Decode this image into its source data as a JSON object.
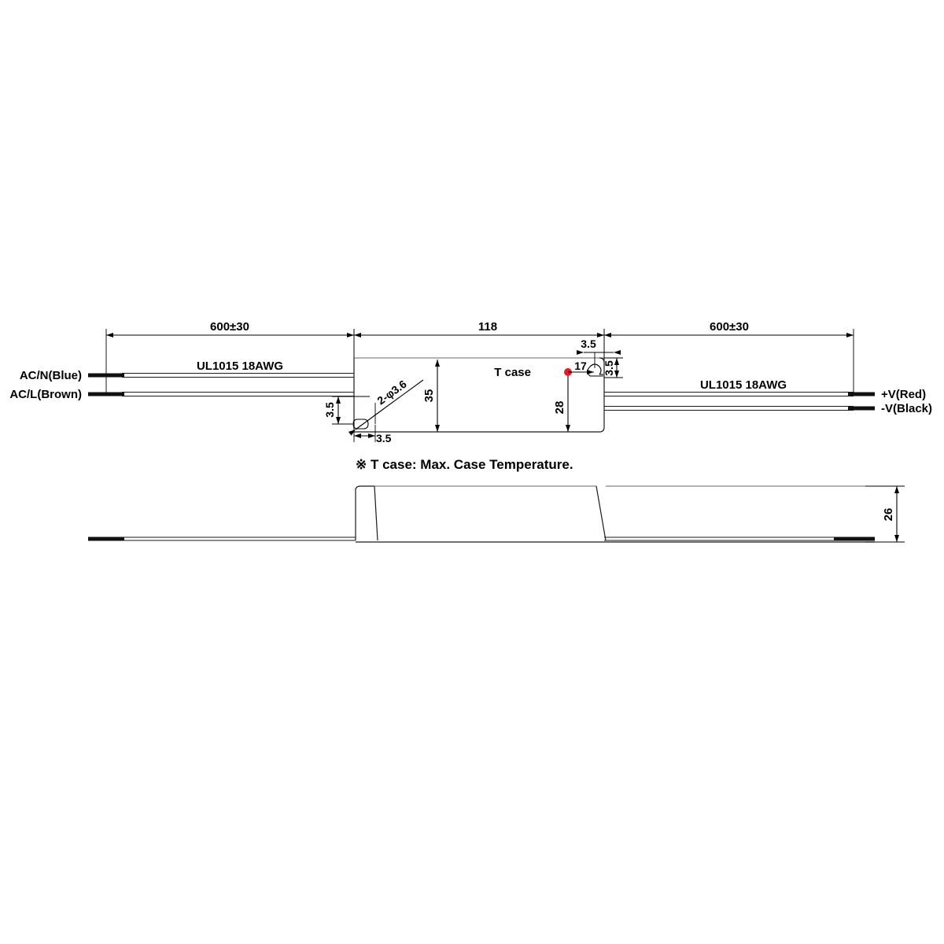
{
  "drawing": {
    "title": "LED driver mechanical dimension drawing",
    "units_note": "mm",
    "views": {
      "top": {
        "name": "top-view"
      },
      "side": {
        "name": "side-view"
      }
    },
    "colors": {
      "line": "#1a1a1a",
      "soft_line": "#666666",
      "tcase_marker": "#e8192c",
      "background": "#ffffff"
    }
  },
  "labels": {
    "ac_n": "AC/N(Blue)",
    "ac_l": "AC/L(Brown)",
    "v_pos": "+V(Red)",
    "v_neg": "-V(Black)",
    "wire_spec_left": "UL1015 18AWG",
    "wire_spec_right": "UL1015 18AWG",
    "tcase": "T case",
    "note": "※ T case: Max. Case Temperature."
  },
  "dimensions": {
    "input_lead_length": "600±30",
    "body_length": "118",
    "output_lead_length": "600±30",
    "body_width": "35",
    "tcase_offset_vertical": "28",
    "tcase_offset_horizontal": "17",
    "mount_hole_spec": "2-φ3.6",
    "hole_edge_left_vertical": "3.5",
    "hole_edge_left_horizontal": "3.5",
    "slot_edge_right_horizontal": "3.5",
    "slot_edge_right_vertical": "3.5",
    "body_height": "26"
  }
}
